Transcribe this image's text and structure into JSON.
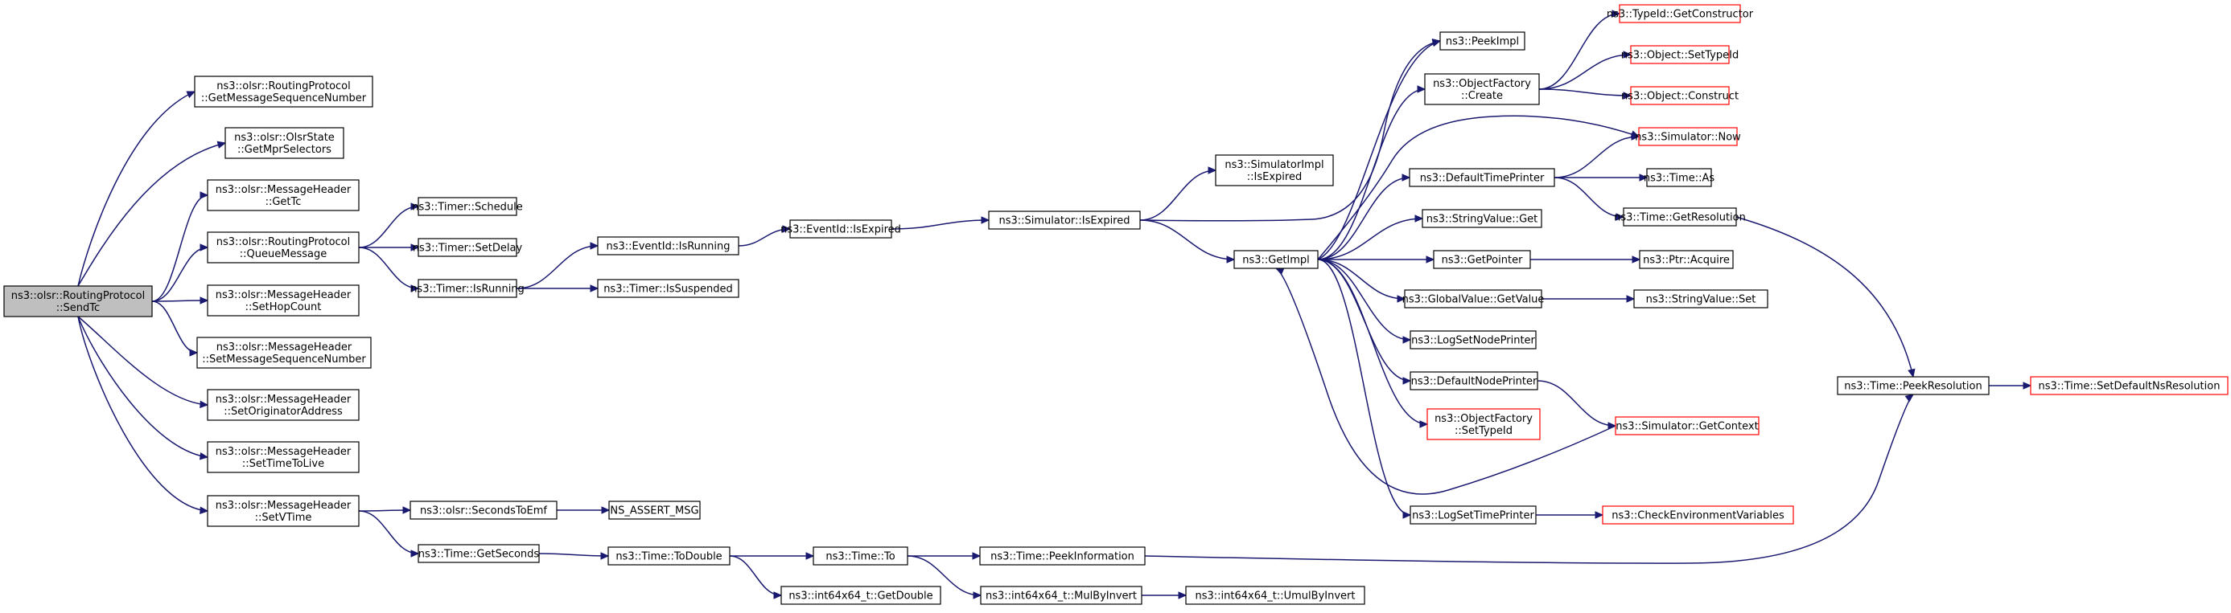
{
  "colors": {
    "edge": "#191970",
    "node_border": "#000000",
    "node_border_truncated": "#ff0000",
    "root_fill": "#bfbfbf",
    "node_fill": "#ffffff"
  },
  "nodes": [
    {
      "id": "sendtc",
      "lines": [
        "ns3::olsr::RoutingProtocol",
        "::SendTc"
      ],
      "root": true
    },
    {
      "id": "getmsgseq",
      "lines": [
        "ns3::olsr::RoutingProtocol",
        "::GetMessageSequenceNumber"
      ]
    },
    {
      "id": "getmpr",
      "lines": [
        "ns3::olsr::OlsrState",
        "::GetMprSelectors"
      ]
    },
    {
      "id": "gettc",
      "lines": [
        "ns3::olsr::MessageHeader",
        "::GetTc"
      ]
    },
    {
      "id": "queuemsg",
      "lines": [
        "ns3::olsr::RoutingProtocol",
        "::QueueMessage"
      ]
    },
    {
      "id": "sethop",
      "lines": [
        "ns3::olsr::MessageHeader",
        "::SetHopCount"
      ]
    },
    {
      "id": "setmsgseq",
      "lines": [
        "ns3::olsr::MessageHeader",
        "::SetMessageSequenceNumber"
      ]
    },
    {
      "id": "setorig",
      "lines": [
        "ns3::olsr::MessageHeader",
        "::SetOriginatorAddress"
      ]
    },
    {
      "id": "setttl",
      "lines": [
        "ns3::olsr::MessageHeader",
        "::SetTimeToLive"
      ]
    },
    {
      "id": "setvtime",
      "lines": [
        "ns3::olsr::MessageHeader",
        "::SetVTime"
      ]
    },
    {
      "id": "timersched",
      "lines": [
        "ns3::Timer::Schedule"
      ]
    },
    {
      "id": "timerdelay",
      "lines": [
        "ns3::Timer::SetDelay"
      ]
    },
    {
      "id": "timerrunning",
      "lines": [
        "ns3::Timer::IsRunning"
      ]
    },
    {
      "id": "eventrunning",
      "lines": [
        "ns3::EventId::IsRunning"
      ]
    },
    {
      "id": "timersusp",
      "lines": [
        "ns3::Timer::IsSuspended"
      ]
    },
    {
      "id": "eventexpired",
      "lines": [
        "ns3::EventId::IsExpired"
      ]
    },
    {
      "id": "simexpired",
      "lines": [
        "ns3::Simulator::IsExpired"
      ]
    },
    {
      "id": "simimplexpired",
      "lines": [
        "ns3::SimulatorImpl",
        "::IsExpired"
      ]
    },
    {
      "id": "getimpl",
      "lines": [
        "ns3::GetImpl"
      ]
    },
    {
      "id": "peekimpl",
      "lines": [
        "ns3::PeekImpl"
      ]
    },
    {
      "id": "objfactcreate",
      "lines": [
        "ns3::ObjectFactory",
        "::Create"
      ]
    },
    {
      "id": "typeidctor",
      "lines": [
        "ns3::TypeId::GetConstructor"
      ],
      "truncated": true
    },
    {
      "id": "objsettype",
      "lines": [
        "ns3::Object::SetTypeId"
      ],
      "truncated": true
    },
    {
      "id": "objconstruct",
      "lines": [
        "ns3::Object::Construct"
      ],
      "truncated": true
    },
    {
      "id": "simnow",
      "lines": [
        "ns3::Simulator::Now"
      ],
      "truncated": true
    },
    {
      "id": "deftimeprinter",
      "lines": [
        "ns3::DefaultTimePrinter"
      ]
    },
    {
      "id": "timeas",
      "lines": [
        "ns3::Time::As"
      ]
    },
    {
      "id": "timegetres",
      "lines": [
        "ns3::Time::GetResolution"
      ]
    },
    {
      "id": "strvalget",
      "lines": [
        "ns3::StringValue::Get"
      ]
    },
    {
      "id": "getpointer",
      "lines": [
        "ns3::GetPointer"
      ]
    },
    {
      "id": "ptracquire",
      "lines": [
        "ns3::Ptr::Acquire"
      ]
    },
    {
      "id": "globalvalget",
      "lines": [
        "ns3::GlobalValue::GetValue"
      ]
    },
    {
      "id": "strvalset",
      "lines": [
        "ns3::StringValue::Set"
      ]
    },
    {
      "id": "logsetnode",
      "lines": [
        "ns3::LogSetNodePrinter"
      ]
    },
    {
      "id": "defnodeprinter",
      "lines": [
        "ns3::DefaultNodePrinter"
      ]
    },
    {
      "id": "objfactsettype",
      "lines": [
        "ns3::ObjectFactory",
        "::SetTypeId"
      ],
      "truncated": true
    },
    {
      "id": "simgetctx",
      "lines": [
        "ns3::Simulator::GetContext"
      ],
      "truncated": true
    },
    {
      "id": "logsettime",
      "lines": [
        "ns3::LogSetTimePrinter"
      ]
    },
    {
      "id": "checkenv",
      "lines": [
        "ns3::CheckEnvironmentVariables"
      ],
      "truncated": true
    },
    {
      "id": "peekres",
      "lines": [
        "ns3::Time::PeekResolution"
      ]
    },
    {
      "id": "setdefns",
      "lines": [
        "ns3::Time::SetDefaultNsResolution"
      ],
      "truncated": true
    },
    {
      "id": "secondstoemf",
      "lines": [
        "ns3::olsr::SecondsToEmf"
      ]
    },
    {
      "id": "assertmsg",
      "lines": [
        "NS_ASSERT_MSG"
      ]
    },
    {
      "id": "timegetsec",
      "lines": [
        "ns3::Time::GetSeconds"
      ]
    },
    {
      "id": "todouble",
      "lines": [
        "ns3::Time::ToDouble"
      ]
    },
    {
      "id": "timeto",
      "lines": [
        "ns3::Time::To"
      ]
    },
    {
      "id": "peekinfo",
      "lines": [
        "ns3::Time::PeekInformation"
      ]
    },
    {
      "id": "getdouble",
      "lines": [
        "ns3::int64x64_t::GetDouble"
      ]
    },
    {
      "id": "mulbyinvert",
      "lines": [
        "ns3::int64x64_t::MulByInvert"
      ]
    },
    {
      "id": "umulbyinvert",
      "lines": [
        "ns3::int64x64_t::UmulByInvert"
      ]
    }
  ],
  "edges": [
    [
      "sendtc",
      "getmsgseq"
    ],
    [
      "sendtc",
      "getmpr"
    ],
    [
      "sendtc",
      "gettc"
    ],
    [
      "sendtc",
      "queuemsg"
    ],
    [
      "sendtc",
      "sethop"
    ],
    [
      "sendtc",
      "setmsgseq"
    ],
    [
      "sendtc",
      "setorig"
    ],
    [
      "sendtc",
      "setttl"
    ],
    [
      "sendtc",
      "setvtime"
    ],
    [
      "queuemsg",
      "timersched"
    ],
    [
      "queuemsg",
      "timerdelay"
    ],
    [
      "queuemsg",
      "timerrunning"
    ],
    [
      "timerrunning",
      "eventrunning"
    ],
    [
      "timerrunning",
      "timersusp"
    ],
    [
      "eventrunning",
      "eventexpired"
    ],
    [
      "eventexpired",
      "simexpired"
    ],
    [
      "simexpired",
      "simimplexpired"
    ],
    [
      "simexpired",
      "getimpl"
    ],
    [
      "simexpired",
      "peekimpl"
    ],
    [
      "getimpl",
      "peekimpl"
    ],
    [
      "getimpl",
      "objfactcreate"
    ],
    [
      "getimpl",
      "simnow"
    ],
    [
      "getimpl",
      "deftimeprinter"
    ],
    [
      "getimpl",
      "strvalget"
    ],
    [
      "getimpl",
      "getpointer"
    ],
    [
      "getimpl",
      "globalvalget"
    ],
    [
      "getimpl",
      "logsetnode"
    ],
    [
      "getimpl",
      "defnodeprinter"
    ],
    [
      "getimpl",
      "objfactsettype"
    ],
    [
      "getimpl",
      "logsettime"
    ],
    [
      "objfactcreate",
      "typeidctor"
    ],
    [
      "objfactcreate",
      "objsettype"
    ],
    [
      "objfactcreate",
      "objconstruct"
    ],
    [
      "deftimeprinter",
      "simnow"
    ],
    [
      "deftimeprinter",
      "timeas"
    ],
    [
      "deftimeprinter",
      "timegetres"
    ],
    [
      "timegetres",
      "peekres"
    ],
    [
      "peekres",
      "setdefns"
    ],
    [
      "getpointer",
      "ptracquire"
    ],
    [
      "globalvalget",
      "strvalset"
    ],
    [
      "defnodeprinter",
      "simgetctx"
    ],
    [
      "simgetctx",
      "getimpl"
    ],
    [
      "logsettime",
      "checkenv"
    ],
    [
      "setvtime",
      "secondstoemf"
    ],
    [
      "setvtime",
      "timegetsec"
    ],
    [
      "secondstoemf",
      "assertmsg"
    ],
    [
      "timegetsec",
      "todouble"
    ],
    [
      "todouble",
      "timeto"
    ],
    [
      "todouble",
      "getdouble"
    ],
    [
      "timeto",
      "peekinfo"
    ],
    [
      "timeto",
      "mulbyinvert"
    ],
    [
      "peekinfo",
      "peekres"
    ],
    [
      "mulbyinvert",
      "umulbyinvert"
    ]
  ]
}
